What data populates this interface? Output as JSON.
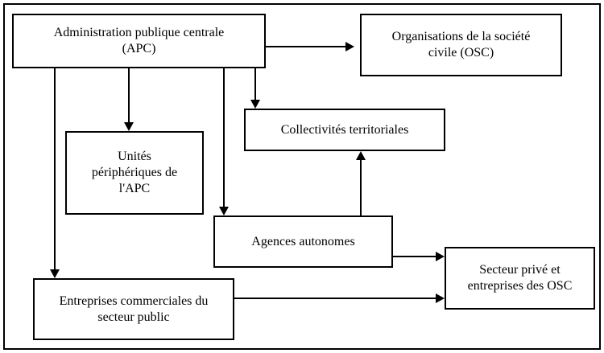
{
  "diagram": {
    "nodes": {
      "apc": {
        "line1": "Administration publique centrale",
        "line2": "(APC)"
      },
      "osc": {
        "line1": "Organisations de la société",
        "line2": "civile (OSC)"
      },
      "unites_peripheriques": {
        "line1": "Unités",
        "line2": "périphériques de",
        "line3": "l'APC"
      },
      "collectivites": {
        "line1": "Collectivités territoriales"
      },
      "agences": {
        "line1": "Agences autonomes"
      },
      "entreprises_publiques": {
        "line1": "Entreprises commerciales du",
        "line2": "secteur public"
      },
      "secteur_prive": {
        "line1": "Secteur privé et",
        "line2": "entreprises des OSC"
      }
    },
    "colors": {
      "stroke": "#000000",
      "background": "#ffffff"
    }
  }
}
